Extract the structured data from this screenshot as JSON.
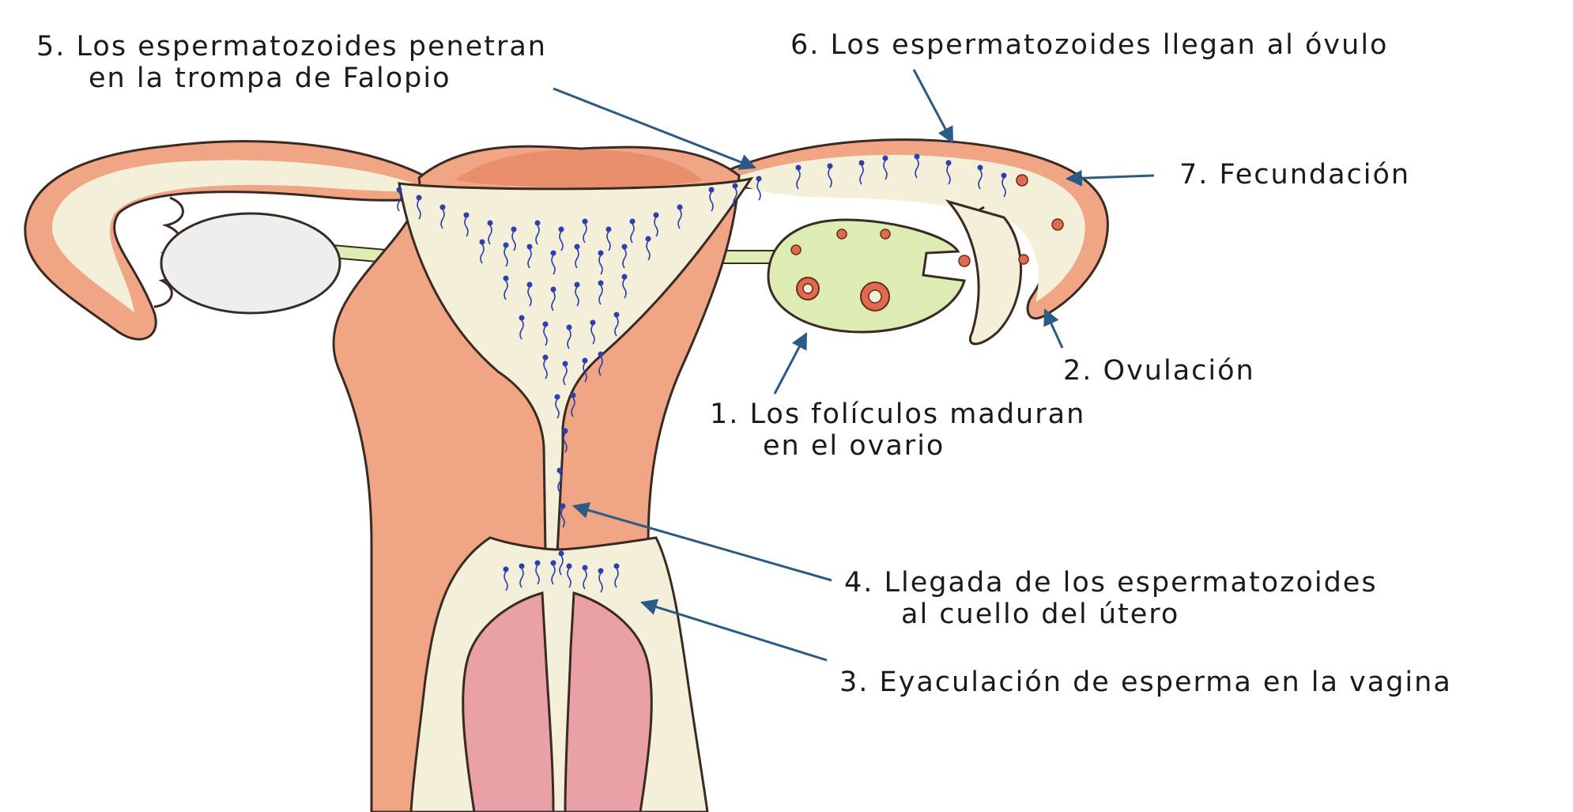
{
  "labels": {
    "l1": [
      "1. Los folículos maduran",
      "en el ovario"
    ],
    "l2": [
      "2. Ovulación"
    ],
    "l3": [
      "3. Eyaculación de esperma en la vagina"
    ],
    "l4": [
      "4. Llegada de los espermatozoides",
      "al cuello del útero"
    ],
    "l5": [
      "5. Los espermatozoides penetran",
      "en la trompa de Falopio"
    ],
    "l6": [
      "6. Los espermatozoides llegan al óvulo"
    ],
    "l7": [
      "7. Fecundación"
    ]
  },
  "colors": {
    "tissue": "#f0a584",
    "tissue_dark": "#e88e6a",
    "lumen": "#f4efd8",
    "ovary_left": "#eeeeee",
    "ovary_right": "#dcecb2",
    "follicle": "#e06a4e",
    "vaginal_wall": "#e9a0a6",
    "sperm": "#2c3fb0",
    "arrow": "#2a5a86"
  }
}
